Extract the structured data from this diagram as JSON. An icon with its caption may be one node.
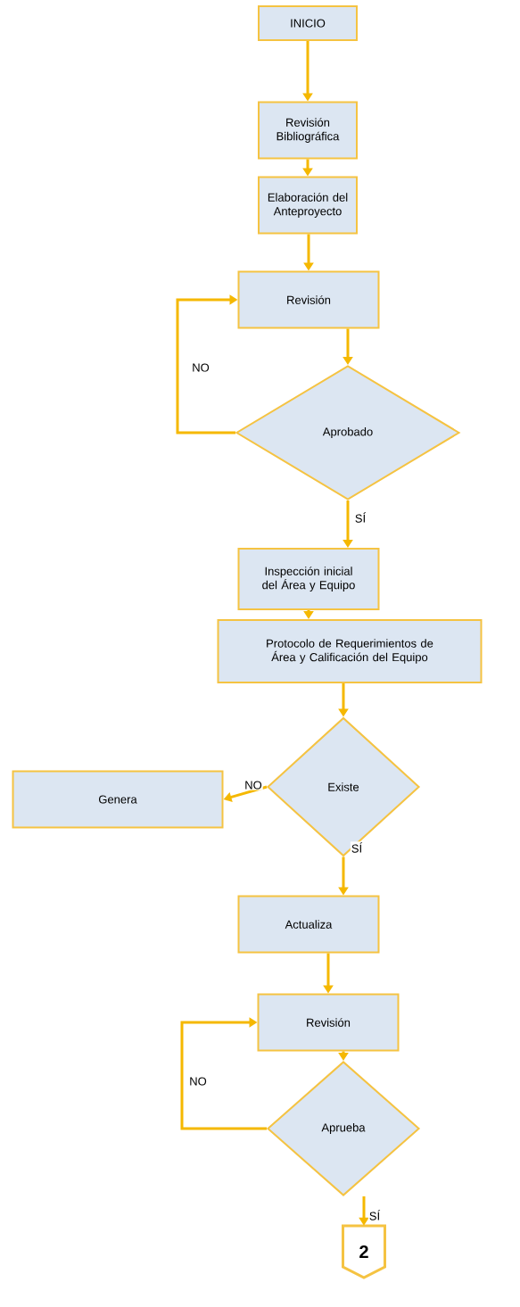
{
  "diagram": {
    "nodes": [
      {
        "text": [
          "INICIO"
        ]
      },
      {
        "text": [
          "Revisión Bibliográfica"
        ]
      },
      {
        "text": [
          "Elaboración del Anteproyecto"
        ]
      },
      {
        "text": [
          "Revisión"
        ]
      },
      {
        "text": [
          "Aprobado"
        ]
      },
      {
        "text": [
          "Inspección inicial del Área y Equipo"
        ]
      },
      {
        "text": [
          "Protocolo de Requerimientos de Área y Calificación del Equipo"
        ]
      },
      {
        "text": [
          "Existe"
        ]
      },
      {
        "text": [
          "Genera"
        ]
      },
      {
        "text": [
          "Actualiza"
        ]
      },
      {
        "text": [
          "Revisión"
        ]
      },
      {
        "text": [
          "Aprueba"
        ]
      },
      {
        "text": [
          "2"
        ]
      }
    ],
    "edges": [
      {
        "from": 0,
        "to": 1,
        "arrow": "to"
      },
      {
        "from": 1,
        "to": 2,
        "arrow": "to"
      },
      {
        "from": 2,
        "to": 3,
        "arrow": "to"
      },
      {
        "from": 3,
        "to": 4,
        "arrow": "to"
      },
      {
        "from": 4,
        "to": 3,
        "arrow": "to",
        "label": "NO"
      },
      {
        "from": 4,
        "to": 5,
        "arrow": "to",
        "label": "SÍ"
      },
      {
        "from": 5,
        "to": 6,
        "arrow": "to"
      },
      {
        "from": 6,
        "to": 7,
        "arrow": "to"
      },
      {
        "from": 7,
        "to": 8,
        "arrow": "to",
        "label": "NO"
      },
      {
        "from": 7,
        "to": 9,
        "arrow": "to",
        "label": "SÍ"
      },
      {
        "from": 9,
        "to": 10,
        "arrow": "to"
      },
      {
        "from": 10,
        "to": 11,
        "arrow": "to"
      },
      {
        "from": 11,
        "to": 10,
        "arrow": "to",
        "label": "NO"
      },
      {
        "from": 11,
        "to": 12,
        "arrow": "to",
        "label": "SÍ"
      }
    ]
  }
}
